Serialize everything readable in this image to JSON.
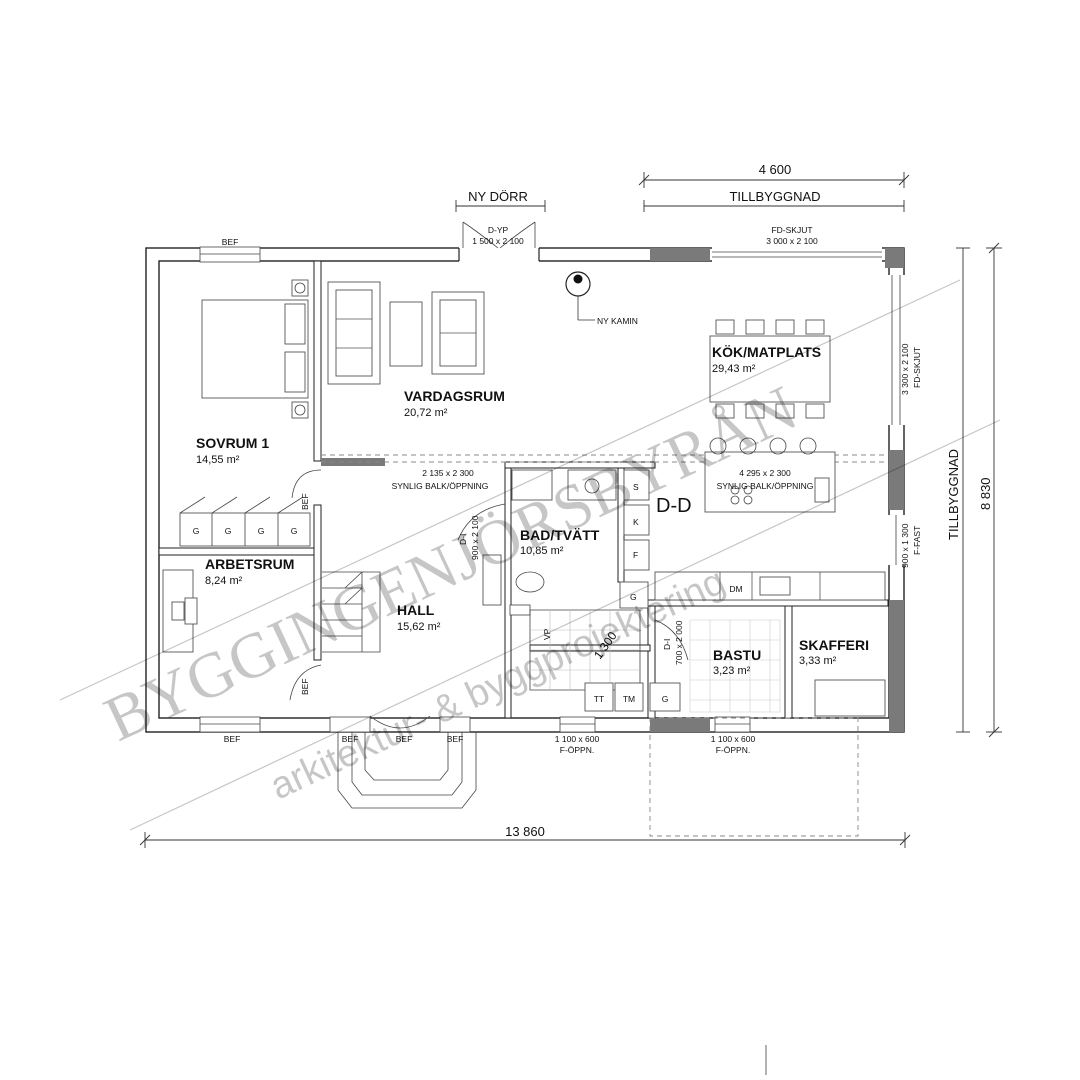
{
  "rooms": {
    "sovrum": {
      "name": "SOVRUM 1",
      "area": "14,55 m²"
    },
    "vardagsrum": {
      "name": "VARDAGSRUM",
      "area": "20,72 m²"
    },
    "kok": {
      "name": "KÖK/MATPLATS",
      "area": "29,43 m²"
    },
    "arbetsrum": {
      "name": "ARBETSRUM",
      "area": "8,24 m²"
    },
    "hall": {
      "name": "HALL",
      "area": "15,62 m²"
    },
    "bad": {
      "name": "BAD/TVÄTT",
      "area": "10,85 m²"
    },
    "bastu": {
      "name": "BASTU",
      "area": "3,23 m²"
    },
    "skafferi": {
      "name": "SKAFFERI",
      "area": "3,33 m²"
    }
  },
  "labels": {
    "ny_dorr": "NY DÖRR",
    "dyp": "D-YP",
    "dyp_size": "1 500 x 2 100",
    "fd_skjut_top": "FD-SKJUT",
    "fd_skjut_top_size": "3 000 x 2 100",
    "fd_skjut_right": "FD-SKJUT",
    "fd_skjut_right_size": "3 300 x 2 100",
    "ny_kamin": "NY KAMIN",
    "tillbyggnad": "TILLBYGGNAD",
    "tillbyggnad_side": "TILLBYGGNAD",
    "dim_4600": "4 600",
    "dim_13860": "13 860",
    "dim_8830": "8 830",
    "balk1_size": "2 135 x 2 300",
    "balk1_text": "SYNLIG BALK/ÖPPNING",
    "balk2_size": "4 295 x 2 300",
    "balk2_text": "SYNLIG BALK/ÖPPNING",
    "section": "D-D",
    "di_1": "D-I",
    "di_1_size": "900 x 2 100",
    "di_2": "D-I",
    "di_2_size": "700 x 2 000",
    "ffast": "F-FAST",
    "ffast_size": "900 x 1 300",
    "window1_size": "1 100 x 600",
    "window1_type": "F-ÖPPN.",
    "window2_size": "1 100 x 600",
    "window2_type": "F-ÖPPN.",
    "bef_top": "BEF",
    "bef_bl": "BEF",
    "bef_b1": "BEF",
    "bef_b2": "BEF",
    "bef_b3": "BEF",
    "bef_side1": "BEF",
    "bef_side2": "BEF",
    "dim_1300": "1 300",
    "vp": "VP",
    "tt": "TT",
    "tm": "TM",
    "g_bath": "G",
    "g_corner": "G",
    "dm": "DM",
    "s": "S",
    "k": "K",
    "f": "F",
    "wardrobe_g": [
      "G",
      "G",
      "G",
      "G"
    ]
  },
  "watermark": {
    "line1": "BYGGINGENJÖRSBYRÅN",
    "line2": "arkitektur- & byggprojektering"
  }
}
